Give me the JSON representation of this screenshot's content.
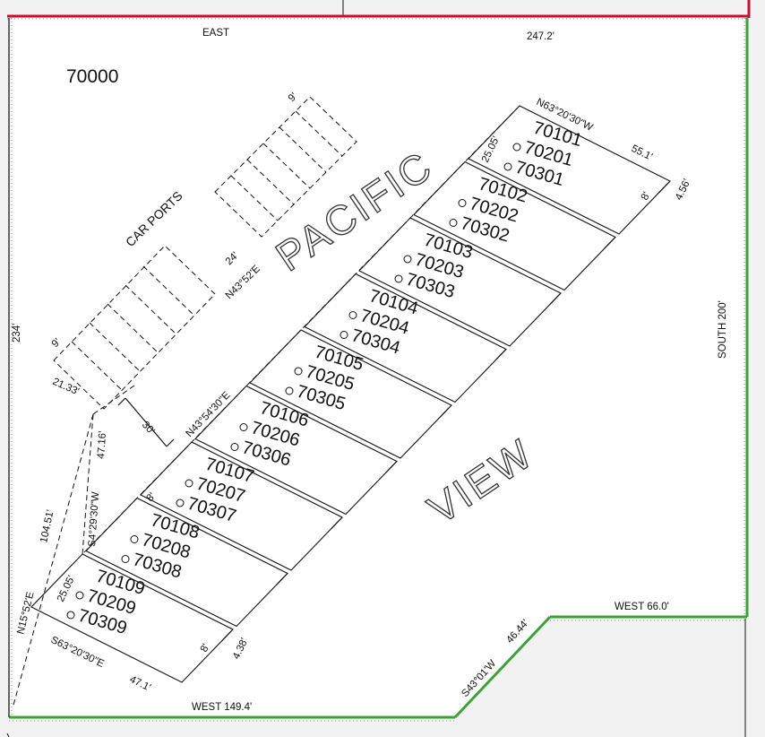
{
  "parcel_number": "70000",
  "street_name": {
    "first": "PACIFIC",
    "second": "VIEW"
  },
  "carports_label": "CAR PORTS",
  "boundary_labels": {
    "east": "EAST",
    "east_length": "247.2'",
    "south": "SOUTH   200'",
    "west_right": "WEST  66.0'",
    "west_bottom": "WEST    149.4'",
    "diagonal_bearing": "S43°01'W",
    "diagonal_length": "46.44'",
    "left_side": "234'"
  },
  "dimensions": {
    "top_bearing": "N63°20'30\"W",
    "top_length": "55.1'",
    "top_offset": "4.56'",
    "top_eight": "8'",
    "top_side": "25.05'",
    "bottom_bearing": "S63°20'30\"E",
    "bottom_length": "47.1'",
    "bottom_offset": "4.38'",
    "bottom_eight": "8'",
    "bottom_side": "25.05'",
    "mid_bearing": "N43°54'30\"E",
    "carport_bearing": "N43°52'E",
    "carport_depth": "24'",
    "carport_width_top": "9'",
    "carport_width_left": "9'",
    "carport_end": "21.33'",
    "aisle": "30'",
    "lower_bearing": "S4°29'30\"W",
    "lower_length": "47.16'",
    "long_side": "104.51'",
    "southwest_bearing": "N15°52'E",
    "step_eight": "8'"
  },
  "units": [
    [
      "70101",
      "70201",
      "70301"
    ],
    [
      "70102",
      "70202",
      "70302"
    ],
    [
      "70103",
      "70203",
      "70303"
    ],
    [
      "70104",
      "70204",
      "70304"
    ],
    [
      "70105",
      "70205",
      "70305"
    ],
    [
      "70106",
      "70206",
      "70306"
    ],
    [
      "70107",
      "70207",
      "70307"
    ],
    [
      "70108",
      "70208",
      "70308"
    ],
    [
      "70109",
      "70209",
      "70309"
    ]
  ],
  "colors": {
    "north_boundary": "#c8102e",
    "east_boundary": "#3aa335",
    "background": "#f2f2f2",
    "parcel_fill": "#ffffff",
    "ink": "#111111"
  }
}
